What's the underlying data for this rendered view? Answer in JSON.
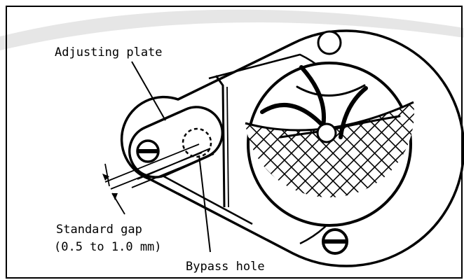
{
  "labels": {
    "adjusting_plate": "Adjusting plate",
    "standard_gap": "Standard gap",
    "gap_range": "(0.5 to 1.0 mm)",
    "bypass_hole": "Bypass hole"
  },
  "colors": {
    "ink": "#000000",
    "paper": "#ffffff",
    "watermark": "#e6e6e6"
  }
}
